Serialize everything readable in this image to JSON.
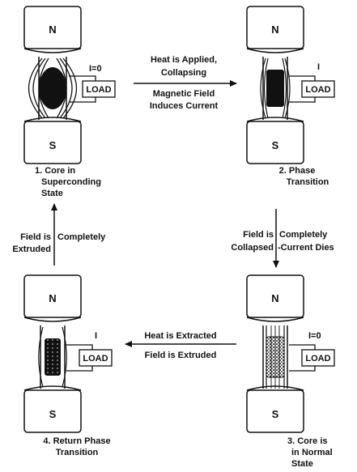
{
  "colors": {
    "ink": "#111111",
    "background": "#ffffff"
  },
  "magnet": {
    "north": "N",
    "south": "S"
  },
  "load_label": "LOAD",
  "stages": [
    {
      "id": "s1",
      "current": "I=0",
      "caption": [
        "1. Core in",
        "Superconding",
        "State"
      ],
      "core_state": "superconducting"
    },
    {
      "id": "s2",
      "current": "I",
      "caption": [
        "2. Phase",
        "Transition"
      ],
      "core_state": "transition"
    },
    {
      "id": "s3",
      "current": "I=0",
      "caption": [
        "3. Core is",
        "in Normal",
        "State"
      ],
      "core_state": "normal"
    },
    {
      "id": "s4",
      "current": "I",
      "caption": [
        "4. Return Phase",
        "Transition"
      ],
      "core_state": "return"
    }
  ],
  "transitions": {
    "t12": {
      "above": [
        "Heat is Applied,",
        "Collapsing"
      ],
      "below": [
        "Magnetic Field",
        "Induces Current"
      ],
      "direction": "right"
    },
    "t23": {
      "left": [
        "Field is",
        "Collapsed"
      ],
      "right": [
        "Completely",
        "-Current Dies"
      ],
      "direction": "down"
    },
    "t34": {
      "above": [
        "Heat is Extracted"
      ],
      "below": [
        "Field is Extruded"
      ],
      "direction": "left"
    },
    "t41": {
      "left": [
        "Field is",
        "Extruded"
      ],
      "right": [
        "Completely"
      ],
      "direction": "up"
    }
  }
}
